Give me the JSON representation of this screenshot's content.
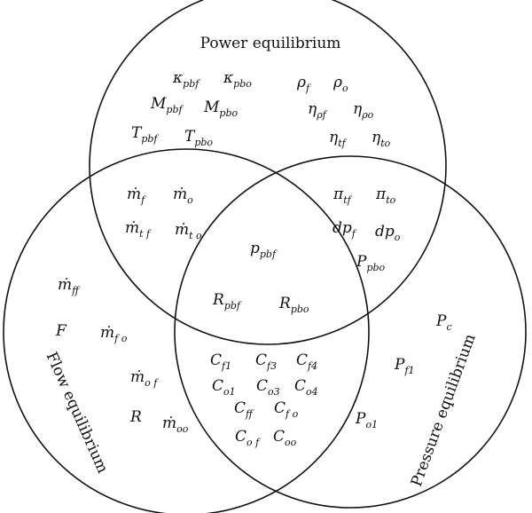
{
  "circles": [
    {
      "name": "power",
      "title": "Power equilibrium"
    },
    {
      "name": "flow",
      "title": "Flow equilibrium"
    },
    {
      "name": "pressure",
      "title": "Pressure equilibrium"
    }
  ],
  "variables": {
    "power_only": [
      {
        "id": "kappa-pbf",
        "base": "κ",
        "sub": "pbf"
      },
      {
        "id": "kappa-pbo",
        "base": "κ",
        "sub": "pbo"
      },
      {
        "id": "M-pbf",
        "base": "M",
        "sub": "pbf"
      },
      {
        "id": "M-pbo",
        "base": "M",
        "sub": "pbo"
      },
      {
        "id": "T-pbf",
        "base": "T",
        "sub": "pbf"
      },
      {
        "id": "T-pbo",
        "base": "T",
        "sub": "pbo"
      },
      {
        "id": "rho-f",
        "base": "ρ",
        "sub": "f"
      },
      {
        "id": "rho-o",
        "base": "ρ",
        "sub": "o"
      },
      {
        "id": "eta-rhof",
        "base": "η",
        "sub": "ρf"
      },
      {
        "id": "eta-rhoo",
        "base": "η",
        "sub": "ρo"
      },
      {
        "id": "eta-tf",
        "base": "η",
        "sub": "tf"
      },
      {
        "id": "eta-to",
        "base": "η",
        "sub": "to"
      }
    ],
    "power_flow": [
      {
        "id": "mdot-f",
        "base": "ṁ",
        "sub": "f"
      },
      {
        "id": "mdot-o",
        "base": "ṁ",
        "sub": "o"
      },
      {
        "id": "mdot-tf",
        "base": "ṁ",
        "sub": "t f"
      },
      {
        "id": "mdot-to",
        "base": "ṁ",
        "sub": "t o"
      }
    ],
    "power_pressure": [
      {
        "id": "pi-tf",
        "base": "π",
        "sub": "tf"
      },
      {
        "id": "pi-to",
        "base": "π",
        "sub": "to"
      },
      {
        "id": "dp-f",
        "base": "dp",
        "sub": "f"
      },
      {
        "id": "dp-o",
        "base": "dp",
        "sub": "o"
      },
      {
        "id": "P-pbo",
        "base": "P",
        "sub": "pbo"
      }
    ],
    "all_three": [
      {
        "id": "p-pbf",
        "base": "p",
        "sub": "pbf"
      },
      {
        "id": "R-pbf",
        "base": "R",
        "sub": "pbf"
      },
      {
        "id": "R-pbo",
        "base": "R",
        "sub": "pbo"
      }
    ],
    "flow_only": [
      {
        "id": "mdot-ff",
        "base": "ṁ",
        "sub": "ff"
      },
      {
        "id": "F",
        "base": "F",
        "sub": ""
      },
      {
        "id": "mdot-fo",
        "base": "ṁ",
        "sub": "f o"
      },
      {
        "id": "mdot-of",
        "base": "ṁ",
        "sub": "o f"
      },
      {
        "id": "R",
        "base": "R",
        "sub": ""
      },
      {
        "id": "mdot-oo",
        "base": "ṁ",
        "sub": "oo"
      }
    ],
    "flow_pressure": [
      {
        "id": "C-f1",
        "base": "C",
        "sub": "f1"
      },
      {
        "id": "C-f3",
        "base": "C",
        "sub": "f3"
      },
      {
        "id": "C-f4",
        "base": "C",
        "sub": "f4"
      },
      {
        "id": "C-o1",
        "base": "C",
        "sub": "o1"
      },
      {
        "id": "C-o3",
        "base": "C",
        "sub": "o3"
      },
      {
        "id": "C-o4",
        "base": "C",
        "sub": "o4"
      },
      {
        "id": "C-ff",
        "base": "C",
        "sub": "ff"
      },
      {
        "id": "C-fo",
        "base": "C",
        "sub": "f o"
      },
      {
        "id": "C-of",
        "base": "C",
        "sub": "o f"
      },
      {
        "id": "C-oo",
        "base": "C",
        "sub": "oo"
      }
    ],
    "pressure_only": [
      {
        "id": "P-c",
        "base": "P",
        "sub": "c"
      },
      {
        "id": "P-f1",
        "base": "P",
        "sub": "f1"
      },
      {
        "id": "P-o1",
        "base": "P",
        "sub": "o1"
      }
    ]
  }
}
